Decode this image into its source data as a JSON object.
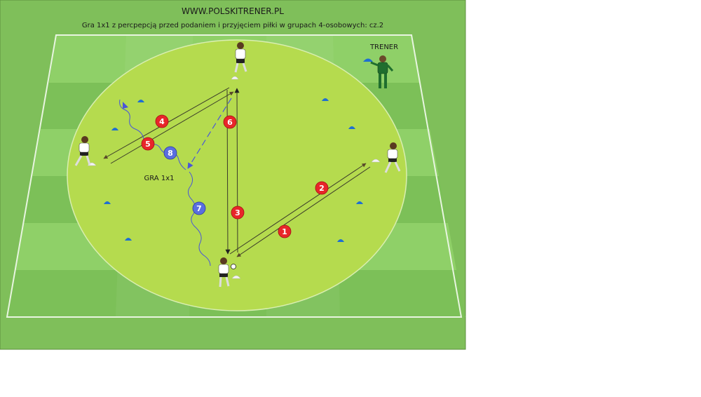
{
  "header": {
    "site": "WWW.POLSKITRENER.PL",
    "subtitle": "Gra 1x1 z percpepcją przed podaniem i przyjęciem piłki w grupach 4-osobowych: cz.2"
  },
  "labels": {
    "coach": "TRENER",
    "game": "GRA 1x1"
  },
  "markers": [
    {
      "num": "1",
      "team": "red"
    },
    {
      "num": "2",
      "team": "red"
    },
    {
      "num": "3",
      "team": "red"
    },
    {
      "num": "4",
      "team": "red"
    },
    {
      "num": "5",
      "team": "red"
    },
    {
      "num": "6",
      "team": "red"
    },
    {
      "num": "7",
      "team": "blue"
    },
    {
      "num": "8",
      "team": "blue"
    }
  ],
  "colors": {
    "pitch_outer": "#7fbf5a",
    "pitch_light": "#8fd068",
    "pitch_dark": "#7cc058",
    "circle": "#b5db4e",
    "marker_red": "#e8262a",
    "marker_blue": "#5a6ee0",
    "cone_blue": "#1f6fd1",
    "coach_green": "#1f6e2e"
  }
}
